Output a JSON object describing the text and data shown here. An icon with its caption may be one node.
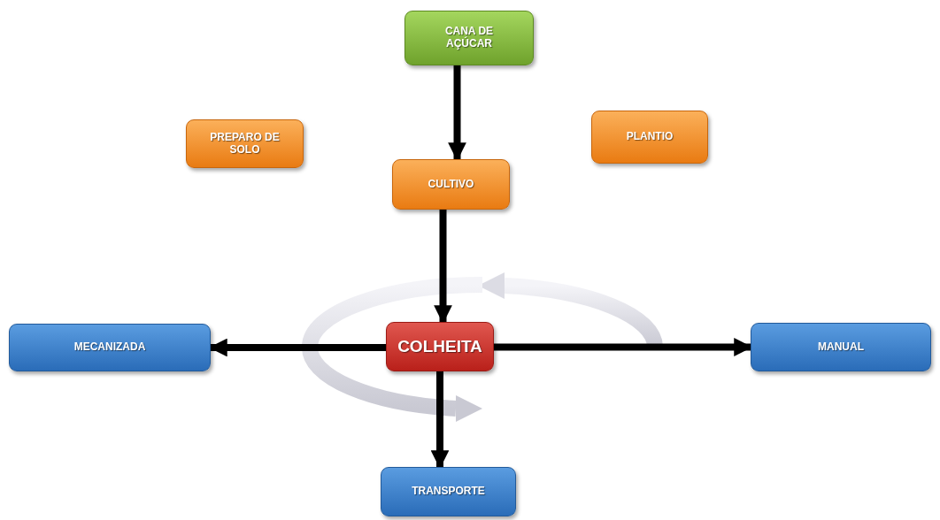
{
  "diagram": {
    "nodes": [
      {
        "text": [
          "CANA DE AÇÚCAR"
        ]
      },
      {
        "text": [
          "PREPARO DE SOLO"
        ]
      },
      {
        "text": [
          "PLANTIO"
        ]
      },
      {
        "text": [
          "CULTIVO"
        ]
      },
      {
        "text": [
          "COLHEITA"
        ]
      },
      {
        "text": [
          "MECANIZADA"
        ]
      },
      {
        "text": [
          "MANUAL"
        ]
      },
      {
        "text": [
          "TRANSPORTE"
        ]
      }
    ],
    "edges": [
      {
        "from": 0,
        "to": 3,
        "arrow": "to"
      },
      {
        "from": 3,
        "to": 4,
        "arrow": "to"
      },
      {
        "from": 4,
        "to": 5,
        "arrow": "to"
      },
      {
        "from": 4,
        "to": 6,
        "arrow": "to"
      },
      {
        "from": 4,
        "to": 7,
        "arrow": "to"
      }
    ]
  }
}
